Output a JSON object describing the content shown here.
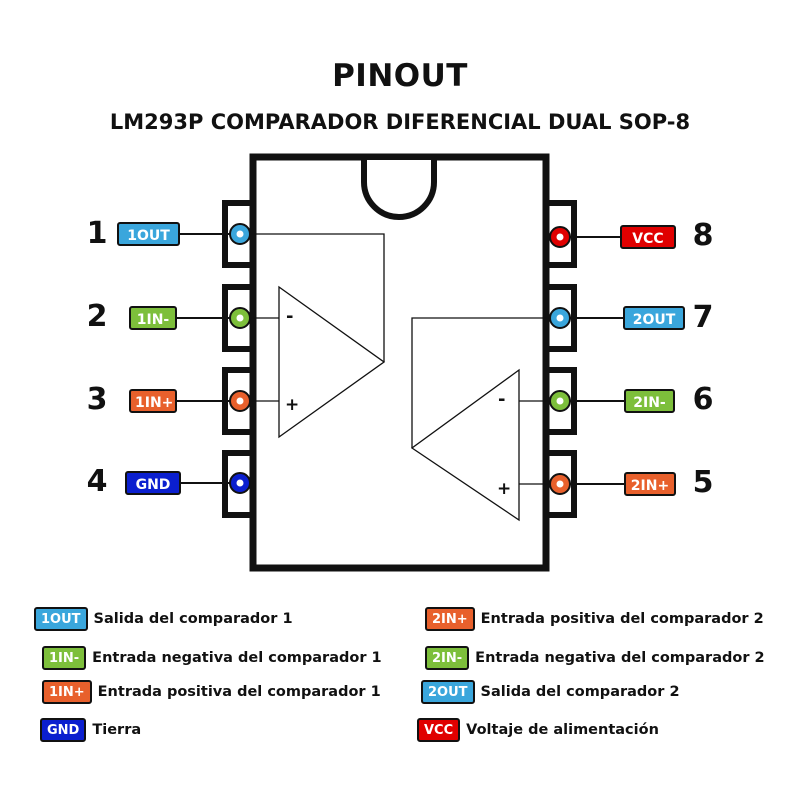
{
  "title": "PINOUT",
  "subtitle": "LM293P COMPARADOR DIFERENCIAL DUAL SOP-8",
  "colors": {
    "out": "#3aa6dc",
    "in_neg": "#7dbf3b",
    "in_pos": "#e8602c",
    "gnd": "#0b1fcf",
    "vcc": "#e00000"
  },
  "pins": [
    {
      "number": "1",
      "label": "1OUT",
      "type": "out"
    },
    {
      "number": "2",
      "label": "1IN-",
      "type": "in_neg"
    },
    {
      "number": "3",
      "label": "1IN+",
      "type": "in_pos"
    },
    {
      "number": "4",
      "label": "GND",
      "type": "gnd"
    },
    {
      "number": "5",
      "label": "2IN+",
      "type": "in_pos"
    },
    {
      "number": "6",
      "label": "2IN-",
      "type": "in_neg"
    },
    {
      "number": "7",
      "label": "2OUT",
      "type": "out"
    },
    {
      "number": "8",
      "label": "VCC",
      "type": "vcc"
    }
  ],
  "comparator_signs": {
    "minus": "-",
    "plus": "+"
  },
  "legend": [
    {
      "badge": "1OUT",
      "type": "out",
      "text": "Salida del comparador 1"
    },
    {
      "badge": "1IN-",
      "type": "in_neg",
      "text": "Entrada negativa del comparador 1"
    },
    {
      "badge": "1IN+",
      "type": "in_pos",
      "text": "Entrada positiva del comparador 1"
    },
    {
      "badge": "GND",
      "type": "gnd",
      "text": "Tierra"
    },
    {
      "badge": "2IN+",
      "type": "in_pos",
      "text": "Entrada positiva del comparador 2"
    },
    {
      "badge": "2IN-",
      "type": "in_neg",
      "text": "Entrada negativa del comparador 2"
    },
    {
      "badge": "2OUT",
      "type": "out",
      "text": "Salida del comparador 2"
    },
    {
      "badge": "VCC",
      "type": "vcc",
      "text": "Voltaje de alimentación"
    }
  ]
}
